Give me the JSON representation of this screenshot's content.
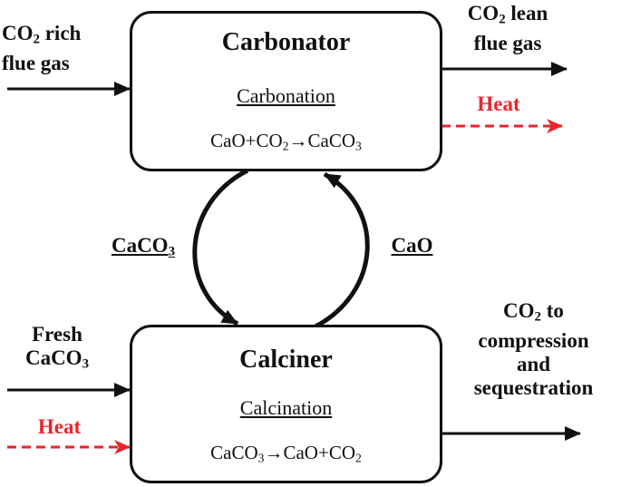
{
  "carbonator": {
    "title": "Carbonator",
    "process": "Carbonation",
    "equation": {
      "left": "CaO+CO",
      "left_sub": "2",
      "arrow": "→",
      "right": "CaCO",
      "right_sub": "3"
    }
  },
  "calciner": {
    "title": "Calciner",
    "process": "Calcination",
    "equation": {
      "left": "CaCO",
      "left_sub": "3",
      "arrow": "→",
      "right": "CaO+CO",
      "right_sub": "2"
    }
  },
  "streams": {
    "co2_rich": {
      "pre": "CO",
      "sub": "2",
      "post": " rich",
      "line2": "flue gas"
    },
    "co2_lean": {
      "pre": "CO",
      "sub": "2",
      "post": " lean",
      "line2": "flue gas"
    },
    "heat_out": "Heat",
    "fresh": {
      "line1": "Fresh",
      "pre": "CaCO",
      "sub": "3"
    },
    "heat_in": "Heat",
    "co2_out": {
      "pre": "CO",
      "sub": "2",
      "post": " to",
      "line2": "compression",
      "line3": "and",
      "line4": "sequestration"
    }
  },
  "loop": {
    "left": {
      "pre": "CaCO",
      "sub": "3"
    },
    "right": "CaO"
  },
  "colors": {
    "line": "#111111",
    "heat": "#e8262b"
  }
}
